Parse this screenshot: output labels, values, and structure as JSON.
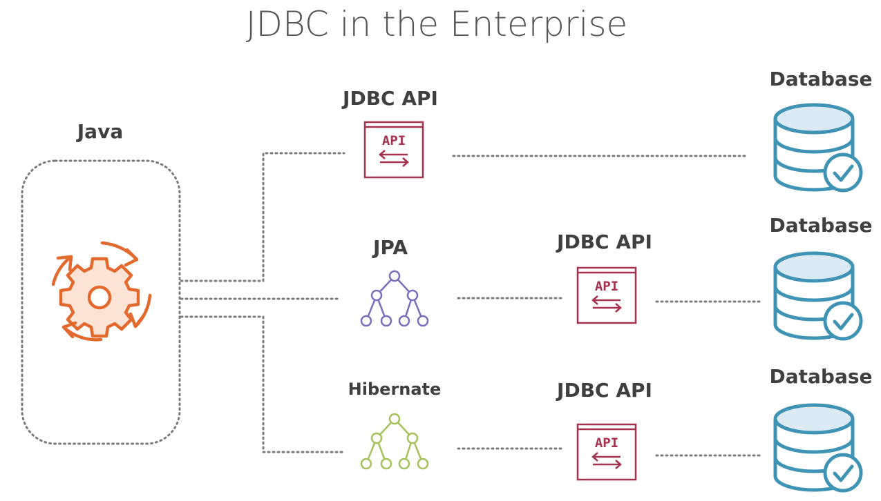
{
  "title": "JDBC in the Enterprise",
  "java": {
    "label": "Java",
    "icon": "gear-cycle-icon"
  },
  "rows": [
    {
      "middle": {
        "label": "JDBC API",
        "icon": "api-window-icon"
      },
      "database": {
        "label": "Database",
        "icon": "database-check-icon"
      }
    },
    {
      "middle": {
        "label": "JPA",
        "icon": "tree-network-icon"
      },
      "api": {
        "label": "JDBC API",
        "icon": "api-window-icon",
        "text": "API"
      },
      "database": {
        "label": "Database",
        "icon": "database-check-icon"
      }
    },
    {
      "middle": {
        "label": "Hibernate",
        "icon": "tree-network-icon"
      },
      "api": {
        "label": "JDBC API",
        "icon": "api-window-icon",
        "text": "API"
      },
      "database": {
        "label": "Database",
        "icon": "database-check-icon"
      }
    }
  ],
  "api_icon_text": "API",
  "colors": {
    "java": "#e36a2e",
    "api": "#a5314f",
    "jpa": "#7b6dbd",
    "hibernate": "#a6c05a",
    "database": "#3f93b5",
    "connector": "#7a7a7a"
  }
}
